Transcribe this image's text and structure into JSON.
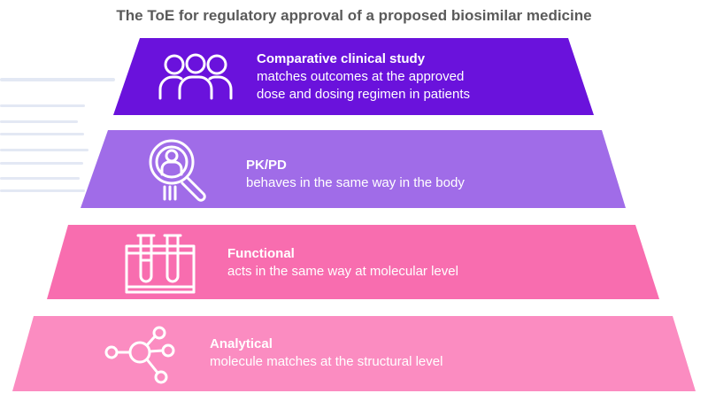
{
  "title": "The ToE for regulatory approval of a proposed biosimilar medicine",
  "tiers": [
    {
      "title": "Comparative clinical study",
      "description_lines": [
        "matches outcomes at the approved",
        "dose and dosing regimen in patients"
      ],
      "icon": "people-group-icon",
      "color": "#6a12dc"
    },
    {
      "title": "PK/PD",
      "description_lines": [
        "behaves in the same way in the body"
      ],
      "icon": "magnifier-person-icon",
      "color": "#a06ce8"
    },
    {
      "title": "Functional",
      "description_lines": [
        "acts in the same way at molecular level"
      ],
      "icon": "test-tubes-rack-icon",
      "color": "#f86daf"
    },
    {
      "title": "Analytical",
      "description_lines": [
        "molecule matches at the structural level"
      ],
      "icon": "molecule-icon",
      "color": "#fb8cc1"
    }
  ]
}
